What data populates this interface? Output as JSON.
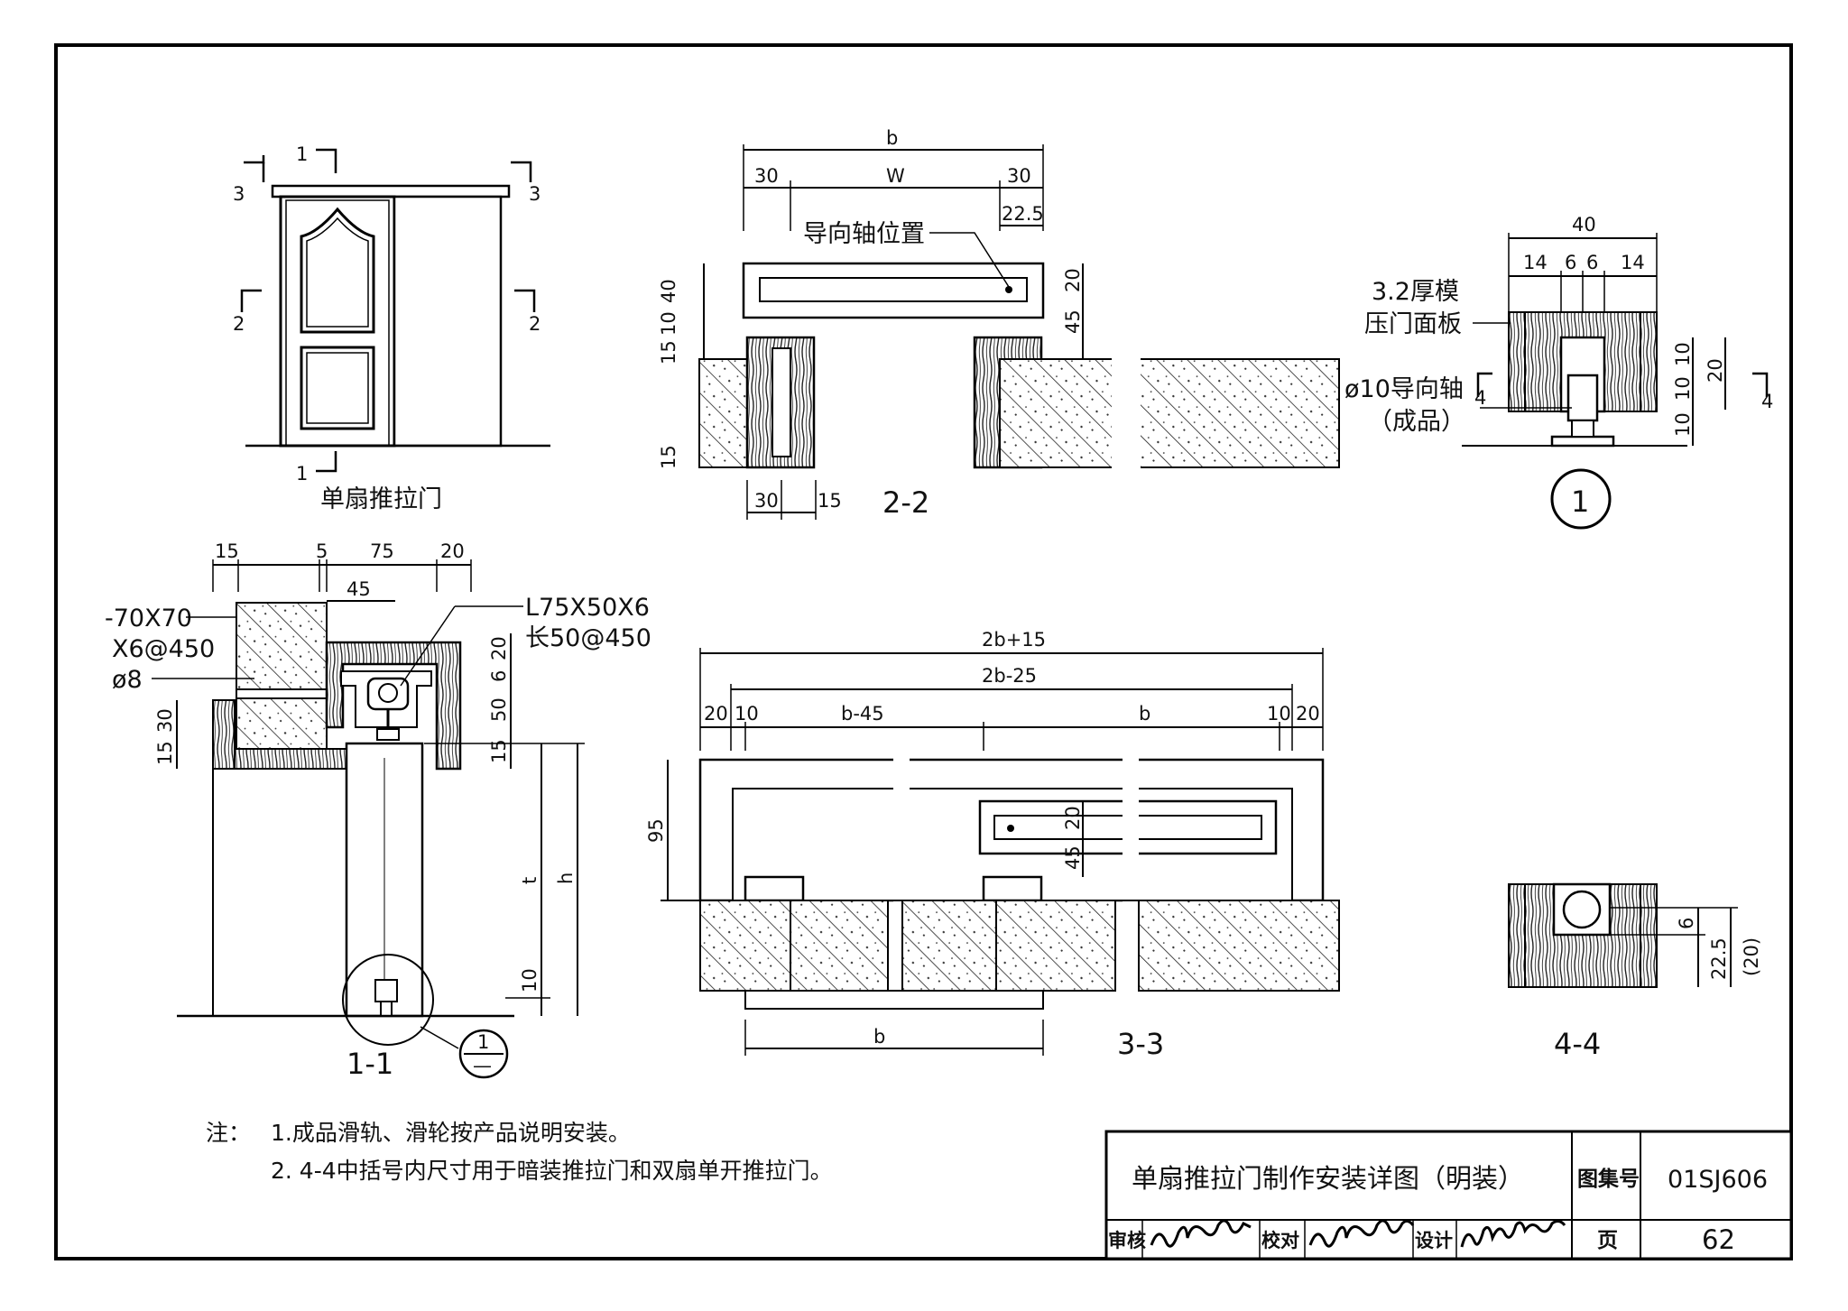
{
  "elevation": {
    "title": "单扇推拉门",
    "cut1_top": "1",
    "cut1_bottom": "1",
    "cut3_left": "3",
    "cut3_right": "3",
    "cut2_left": "2",
    "cut2_right": "2"
  },
  "section_2_2": {
    "title": "2-2",
    "dim_b": "b",
    "dim_30_left": "30",
    "dim_W": "W",
    "dim_30_right": "30",
    "dim_22_5": "22.5",
    "label_guide": "导向轴位置",
    "dim_40": "40",
    "dim_10": "10",
    "dim_15_top": "15",
    "dim_20": "20",
    "dim_45": "45",
    "dim_15_bottom": "15",
    "dim_30_bottom": "30",
    "dim_15_bottom_right": "15"
  },
  "detail_1": {
    "title": "1",
    "dim_40": "40",
    "dim_14_left": "14",
    "dim_6_left": "6",
    "dim_6_right": "6",
    "dim_14_right": "14",
    "label_panel_line1": "3.2厚模",
    "label_panel_line2": "压门面板",
    "label_shaft_line1": "ø10导向轴",
    "label_shaft_line2": "（成品）",
    "dim_10_a": "10",
    "dim_10_b": "10",
    "dim_10_c": "10",
    "dim_20": "20",
    "cut4_left": "4",
    "cut4_right": "4"
  },
  "section_1_1": {
    "title": "1-1",
    "dim_15": "15",
    "dim_5": "5",
    "dim_75": "75",
    "dim_20": "20",
    "dim_45": "45",
    "label_plate_line1": "-70X70",
    "label_plate_line2": "X6@450",
    "label_rod": "ø8",
    "label_angle_line1": "L75X50X6",
    "label_angle_line2": "长50@450",
    "dim_20_v": "20",
    "dim_6_v": "6",
    "dim_50_v": "50",
    "dim_15_v": "15",
    "dim_30_left": "30",
    "dim_15_left": "15",
    "dim_t": "t",
    "dim_h": "h",
    "dim_10": "10",
    "callout_top": "1",
    "callout_bottom": "—"
  },
  "section_3_3": {
    "title": "3-3",
    "dim_2b15": "2b+15",
    "dim_2b25": "2b-25",
    "dim_20_left": "20",
    "dim_10_left": "10",
    "dim_b45": "b-45",
    "dim_b_top": "b",
    "dim_10_right": "10",
    "dim_20_right": "20",
    "dim_95": "95",
    "dim_20_v": "20",
    "dim_45_v": "45",
    "dim_b_bottom": "b"
  },
  "section_4_4": {
    "title": "4-4",
    "dim_6": "6",
    "dim_22_5": "22.5",
    "dim_20_paren": "(20)"
  },
  "notes": {
    "label": "注：",
    "line1": "1.成品滑轨、滑轮按产品说明安装。",
    "line2": "2. 4-4中括号内尺寸用于暗装推拉门和双扇单开推拉门。"
  },
  "title_block": {
    "drawing_title": "单扇推拉门制作安装详图（明装）",
    "atlas_label": "图集号",
    "atlas_no": "01SJ606",
    "review_label": "审核",
    "check_label": "校对",
    "design_label": "设计",
    "page_label": "页",
    "page_no": "62"
  }
}
